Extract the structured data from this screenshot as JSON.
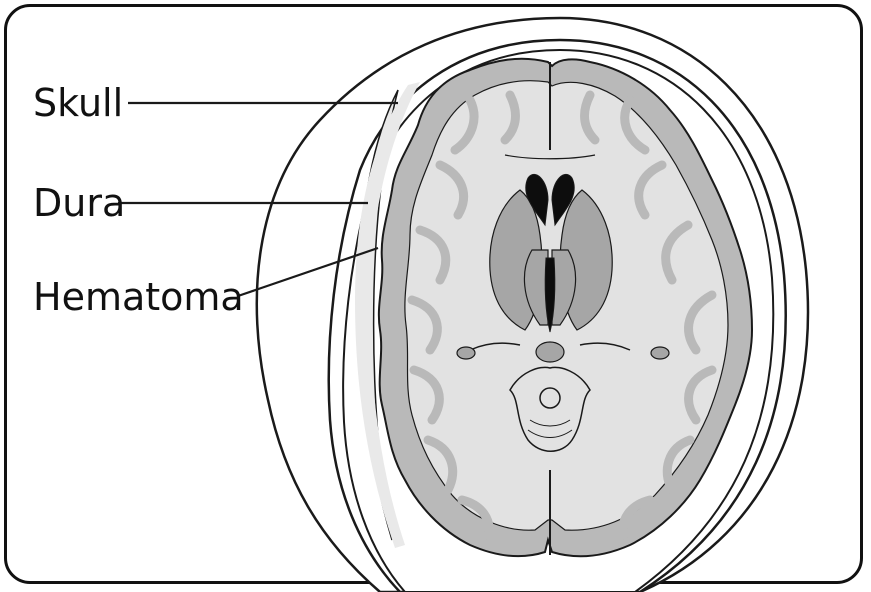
{
  "labels": {
    "skull": "Skull",
    "dura": "Dura",
    "hematoma": "Hematoma"
  },
  "colors": {
    "frame": "#111111",
    "outline": "#1a1a1a",
    "skin": "#ffffff",
    "hematoma_fill": "#e9e9e9",
    "white_matter": "#e2e2e2",
    "gray_matter": "#b9b9b9",
    "deep_nuclei": "#a6a6a6",
    "ventricle": "#0d0d0d"
  }
}
